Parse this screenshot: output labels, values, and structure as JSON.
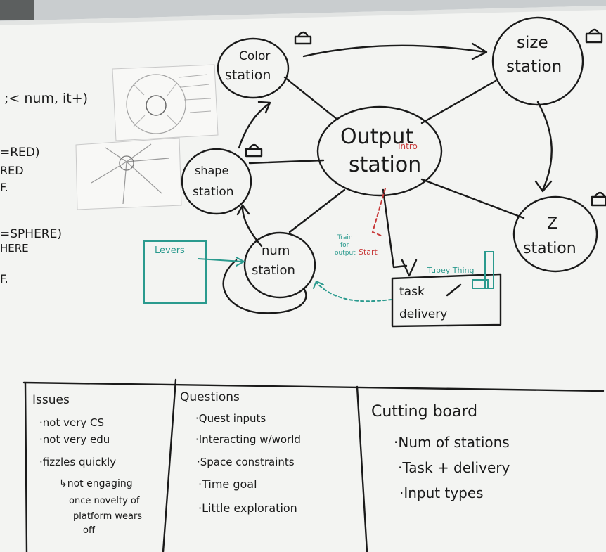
{
  "left_edge": {
    "line1": ";< num, it+)",
    "line2": "=RED)",
    "line3": "RED",
    "line4": "F.",
    "line5": "=SPHERE)",
    "line6": "HERE",
    "line7": "F."
  },
  "stations": {
    "color": [
      "Color",
      "station"
    ],
    "size": [
      "size",
      "station"
    ],
    "output": [
      "Output",
      "station"
    ],
    "output_note": "Intro",
    "shape": [
      "shape",
      "station"
    ],
    "z": [
      "Z",
      "station"
    ],
    "num": [
      "num",
      "station"
    ]
  },
  "annotations": {
    "levers": "Levers",
    "tubey": "Tubey Thing",
    "train": [
      "Train",
      "for",
      "output"
    ],
    "start": "Start",
    "task_delivery": [
      "task",
      "delivery"
    ]
  },
  "issues": {
    "title": "Issues",
    "items": [
      "·not very CS",
      "·not very edu",
      "·fizzles quickly"
    ],
    "sub": [
      "↳not engaging",
      "once novelty of",
      "platform wears",
      "off"
    ]
  },
  "questions": {
    "title": "Questions",
    "items": [
      "·Quest inputs",
      "·Interacting w/world",
      "·Space constraints",
      "·Time goal",
      "·Little exploration"
    ]
  },
  "cutting": {
    "title": "Cutting board",
    "items": [
      "·Num of stations",
      "·Task + delivery",
      "·Input types"
    ]
  }
}
